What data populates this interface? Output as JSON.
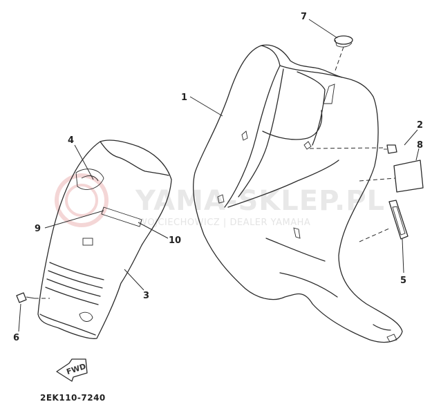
{
  "watermark": {
    "main": "YAMA-SKLEP.PL",
    "sub": "WOJCIECHOWICZ | DEALER YAMAHA"
  },
  "callouts": {
    "p1": "1",
    "p2": "2",
    "p3": "3",
    "p4": "4",
    "p5": "5",
    "p6": "6",
    "p7": "7",
    "p8": "8",
    "p9": "9",
    "p10": "10"
  },
  "fwd_arrow": {
    "label": "FWD"
  },
  "diagram_code": "2EK110-7240",
  "colors": {
    "ink": "#2a2a2a",
    "watermark": "#e8e8e8",
    "watermark_logo": "#f4d6d6"
  }
}
